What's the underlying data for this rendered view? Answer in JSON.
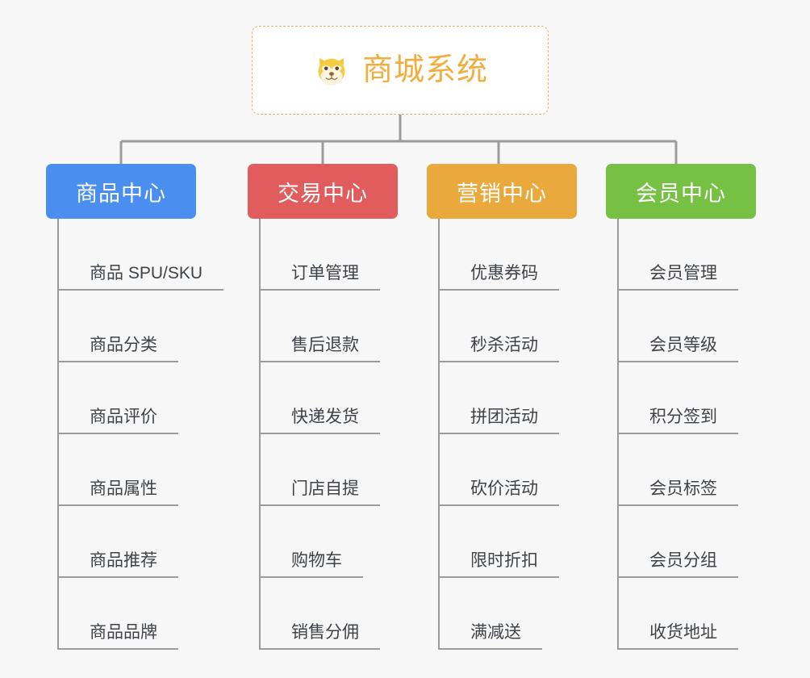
{
  "page": {
    "background_color": "#f7f7f7",
    "title": "商城系统"
  },
  "root": {
    "icon": "dog-face-icon",
    "label": "商城系统",
    "text_color": "#f2ad3e",
    "border_color": "#e5b45c",
    "background_color": "#ffffff"
  },
  "connector": {
    "color": "#9b9b9b"
  },
  "branches": [
    {
      "label": "商品中心",
      "color": "#4a8ef0",
      "items": [
        "商品 SPU/SKU",
        "商品分类",
        "商品评价",
        "商品属性",
        "商品推荐",
        "商品品牌"
      ]
    },
    {
      "label": "交易中心",
      "color": "#e15c5c",
      "items": [
        "订单管理",
        "售后退款",
        "快递发货",
        "门店自提",
        "购物车",
        "销售分佣"
      ]
    },
    {
      "label": "营销中心",
      "color": "#e9a93c",
      "items": [
        "优惠券码",
        "秒杀活动",
        "拼团活动",
        "砍价活动",
        "限时折扣",
        "满减送"
      ]
    },
    {
      "label": "会员中心",
      "color": "#76c043",
      "items": [
        "会员管理",
        "会员等级",
        "积分签到",
        "会员标签",
        "会员分组",
        "收货地址"
      ]
    }
  ]
}
